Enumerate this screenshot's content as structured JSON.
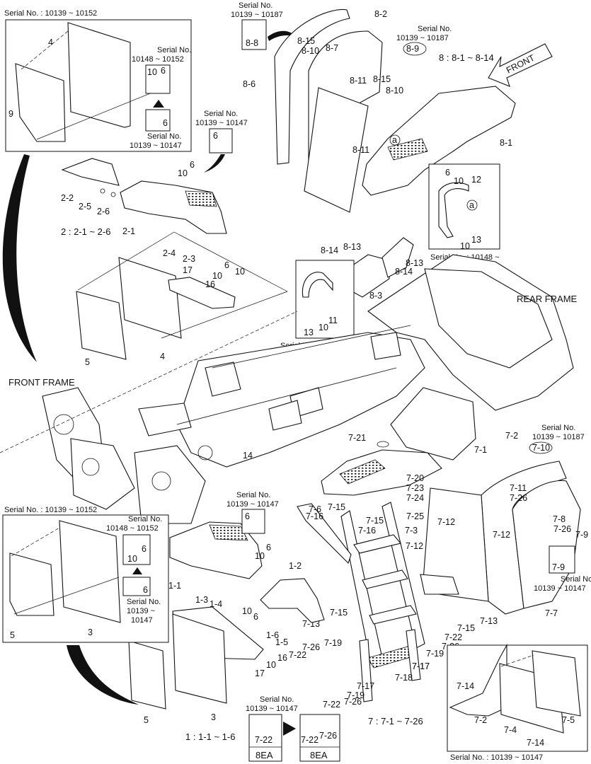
{
  "diagram": {
    "title": "",
    "front_label": "FRONT",
    "rear_frame_label": "REAR FRAME",
    "front_frame_label": "FRONT FRAME",
    "group_notes": {
      "group1": "1 : 1-1 ~ 1-6",
      "group2": "2 : 2-1 ~ 2-6",
      "group7": "7 : 7-1 ~ 7-26",
      "group8": "8 : 8-1 ~ 8-14"
    },
    "serials": {
      "tl_box": "Serial No. : 10139 ~ 10152",
      "tl_upper_1": "Serial No.",
      "tl_upper_2": "10148 ~ 10152",
      "tl_lower_1": "Serial No.",
      "tl_lower_2": "10139 ~ 10147",
      "mid_box_1": "Serial No.",
      "mid_box_2": "10139 ~ 10147",
      "top8_1": "Serial No.",
      "top8_2": "10139 ~ 10187",
      "s89_1": "Serial No.",
      "s89_2": "10139 ~ 10187",
      "handrail_right": "Serial No. : 10148 ~",
      "handrail_left": "Serial No. : 10148 ~",
      "s7_top_1": "Serial No.",
      "s7_top_2": "10139 ~ 10187",
      "s79_1": "Serial No.",
      "s79_2": "10139 ~ 10147",
      "bl_box": "Serial No. : 10139 ~ 10152",
      "bl_upper_1": "Serial No.",
      "bl_upper_2": "10148 ~ 10152",
      "bl_lower_1": "Serial No.",
      "bl_lower_2": "10139 ~",
      "bl_lower_3": "10147",
      "s1_mid_1": "Serial No.",
      "s1_mid_2": "10139 ~ 10147",
      "ea_1": "Serial No.",
      "ea_2": "10139 ~ 10147",
      "br_box": "Serial No. : 10139 ~ 10147"
    },
    "ea_labels": {
      "left_part": "7-22",
      "left_qty": "8EA",
      "right_part_a": "7-22",
      "right_part_b": "7-26",
      "right_qty": "8EA"
    },
    "callouts": {
      "p4": "4",
      "p9": "9",
      "tl_10": "10",
      "tl_6a": "6",
      "tl_6b": "6",
      "p2_2": "2-2",
      "p2_5": "2-5",
      "p2_6": "2-6",
      "p2_1": "2-1",
      "p2_4": "2-4",
      "p2_3": "2-3",
      "p10a": "10",
      "p6a": "6",
      "p6_box": "6",
      "p17a": "17",
      "p16a": "16",
      "p10b": "10",
      "p6b": "6",
      "p10c": "10",
      "p5a": "5",
      "p4b": "4",
      "p8_2": "8-2",
      "p8_8": "8-8",
      "p8_15a": "8-15",
      "p8_10a": "8-10",
      "p8_7": "8-7",
      "p8_9": "8-9",
      "p8_6": "8-6",
      "p8_11a": "8-11",
      "p8_15b": "8-15",
      "p8_10b": "8-10",
      "p8_1": "8-1",
      "p8_11b": "8-11",
      "pa1": "a",
      "pa2": "a",
      "hr_6": "6",
      "hr_10": "10",
      "hr_12": "12",
      "hr_13": "13",
      "hr_10b": "10",
      "p8_14a": "8-14",
      "p8_13a": "8-13",
      "p8_13b": "8-13",
      "p8_14b": "8-14",
      "p8_3": "8-3",
      "hl_11": "11",
      "hl_13": "13",
      "hl_10": "10",
      "p14": "14",
      "p7_21": "7-21",
      "p7_1": "7-1",
      "p7_2a": "7-2",
      "p7_10": "7-10",
      "p7_20": "7-20",
      "p7_23": "7-23",
      "p7_24": "7-24",
      "p7_25": "7-25",
      "p7_11": "7-11",
      "p7_26a": "7-26",
      "p7_12a": "7-12",
      "p7_12b": "7-12",
      "p7_8": "7-8",
      "p7_26b": "7-26",
      "p7_9a": "7-9",
      "p7_9b": "7-9",
      "p7_6": "7-6",
      "p7_15a": "7-15",
      "p7_16a": "7-16",
      "p7_15b": "7-15",
      "p7_16b": "7-16",
      "p7_3": "7-3",
      "p7_12c": "7-12",
      "p7_7": "7-7",
      "p1_1": "1-1",
      "p1_3": "1-3",
      "p1_4": "1-4",
      "p1_2": "1-2",
      "p10d": "10",
      "p6c": "6",
      "p6_box2": "6",
      "p10e": "10",
      "p6d": "6",
      "p1_6": "1-6",
      "p1_5": "1-5",
      "p7_13a": "7-13",
      "p7_15c": "7-15",
      "p7_19a": "7-19",
      "p7_26c": "7-26",
      "p7_22a": "7-22",
      "p7_17a": "7-17",
      "p7_18": "7-18",
      "p7_17b": "7-17",
      "p7_19b": "7-19",
      "p7_22b": "7-22",
      "p7_26d": "7-26",
      "p7_15d": "7-15",
      "p7_13b": "7-13",
      "p7_22c": "7-22",
      "p7_26e": "7-26",
      "p7_19c": "7-19",
      "p7_17c": "7-17",
      "p17b": "17",
      "p10f": "10",
      "p16b": "16",
      "bl_10": "10",
      "bl_6a": "6",
      "bl_6b": "6",
      "p5b": "5",
      "p3a": "3",
      "p5c": "5",
      "p3b": "3",
      "br_7_14a": "7-14",
      "br_7_2": "7-2",
      "br_7_4": "7-4",
      "br_7_5": "7-5",
      "br_7_14b": "7-14"
    }
  }
}
